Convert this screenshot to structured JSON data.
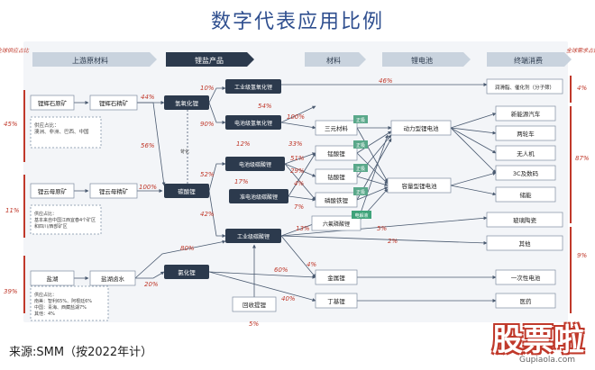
{
  "title": "数字代表应用比例",
  "source": "来源:SMM（按2022年计）",
  "watermark": {
    "main": "股票啦",
    "url": "Gupiaola.com"
  },
  "side_left": "全球供应占比",
  "side_right": "全球需求占比",
  "headers": {
    "upstream": "上游原材料",
    "lithium_salt": "锂盐产品",
    "material": "材料",
    "battery": "锂电池",
    "terminal": "终端消费"
  },
  "nodes": {
    "spodumene_ore": "锂辉石原矿",
    "spodumene_conc": "锂辉石精矿",
    "lepido_ore": "锂云母原矿",
    "lepido_conc": "锂云母精矿",
    "salt_lake": "盐湖",
    "brine": "盐湖卤水",
    "lioh": "氢氧化锂",
    "li2co3": "碳酸锂",
    "licl": "氯化锂",
    "ind_lioh": "工业级氢氧化锂",
    "bat_lioh": "电池级氢氧化锂",
    "bat_li2co3": "电池级碳酸锂",
    "quasi_li2co3": "准电池级碳酸锂",
    "ind_li2co3": "工业级碳酸锂",
    "recycle": "回收提锂",
    "ncm": "三元材料",
    "lmo": "锰酸锂",
    "lco": "钴酸锂",
    "lfp": "磷酸铁锂",
    "lipf6": "六氟磷酸锂",
    "li_metal": "金属锂",
    "buli": "丁基锂",
    "power_bat": "动力型锂电池",
    "storage_bat": "容量型锂电池",
    "grease": "润滑脂、催化剂（分子筛）",
    "nev": "新能源汽车",
    "ebike": "两轮车",
    "drone": "无人机",
    "digital": "3C及数码",
    "ess": "储能",
    "glass": "玻璃陶瓷",
    "other": "其他",
    "primary_bat": "一次性电池",
    "pharma": "医药"
  },
  "tags": {
    "cathode": "正极",
    "electrolyte": "电解液"
  },
  "notes": {
    "spodumene": "供应占比：\n澳洲、非洲、巴西、中国",
    "lepido": "供应占比：\n基本来自中国江西宜春4个矿区\n和四川/西部矿区",
    "brine": "供应占比：\n南美：智利65%、阿根廷6%\n中国：青海、西藏盐湖7%\n其他：4%"
  },
  "conv_label": "苛化",
  "pct": {
    "supply_spodumene": "45%",
    "supply_lepido": "11%",
    "supply_brine": "39%",
    "sp_to_lioh": "44%",
    "sp_to_li2co3": "56%",
    "lep_to_li2co3": "100%",
    "brine_to_li2co3": "80%",
    "brine_to_licl": "20%",
    "lioh_ind": "10%",
    "lioh_bat": "90%",
    "li2co3_bat": "52%",
    "li2co3_ind": "42%",
    "ind_lioh_grease": "46%",
    "bat_lioh_ncm": "100%",
    "bat_lioh_54": "54%",
    "bat_li2co3_12": "12%",
    "bat_li2co3_17": "17%",
    "to_lmo_33": "33%",
    "to_lmo_51": "51%",
    "to_lco_29": "29%",
    "to_lfp_4": "4%",
    "to_lfp_7": "7%",
    "to_lipf6_13": "13%",
    "lipf6_glass": "5%",
    "ind_other": "2%",
    "ind_metal_4": "4%",
    "licl_metal": "60%",
    "licl_buli": "40%",
    "recycle": "5%",
    "demand_grease": "4%",
    "demand_battery": "87%",
    "demand_other": "9%"
  }
}
